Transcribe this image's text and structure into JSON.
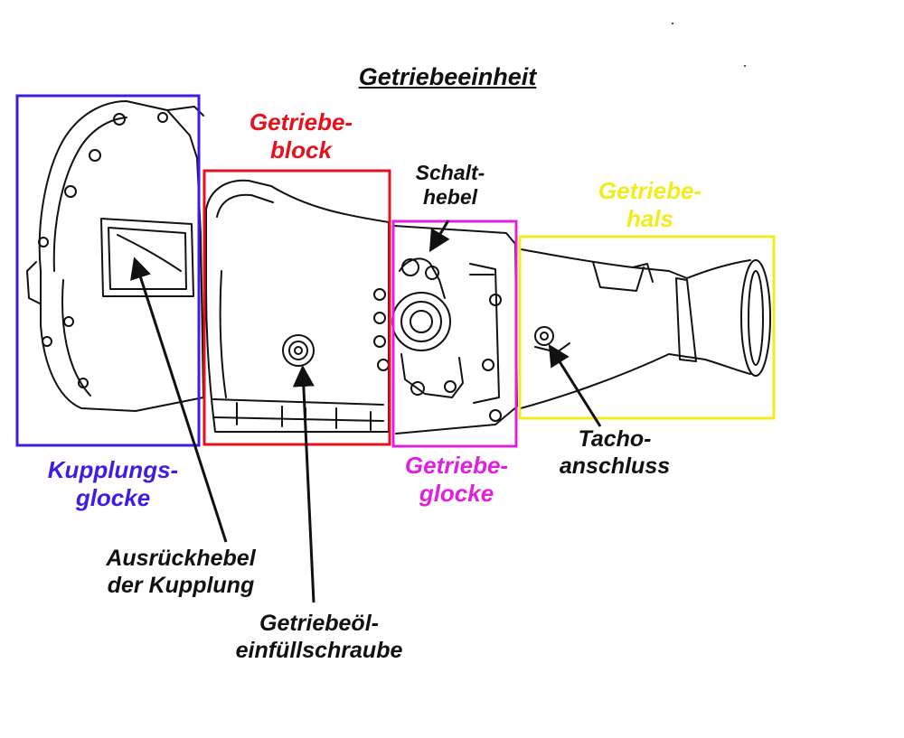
{
  "title": "Getriebeeinheit",
  "colors": {
    "ink": "#111111",
    "kupplungsglocke": "#3b1de6",
    "getriebeblock": "#e5121d",
    "getriebeglocke": "#e11fe0",
    "getriebehals": "#f2ec1c"
  },
  "groups": {
    "kupplungsglocke": {
      "line1": "Kupplungs-",
      "line2": "glocke"
    },
    "getriebeblock": {
      "line1": "Getriebe-",
      "line2": "block"
    },
    "getriebeglocke": {
      "line1": "Getriebe-",
      "line2": "glocke"
    },
    "getriebehals": {
      "line1": "Getriebe-",
      "line2": "hals"
    }
  },
  "callouts": {
    "schalthebel": {
      "line1": "Schalt-",
      "line2": "hebel"
    },
    "tacho": {
      "line1": "Tacho-",
      "line2": "anschluss"
    },
    "ausrueckhebel": {
      "line1": "Ausrückhebel",
      "line2": "der Kupplung"
    },
    "einfuellschraube": {
      "line1": "Getriebeöl-",
      "line2": "einfüllschraube"
    }
  }
}
